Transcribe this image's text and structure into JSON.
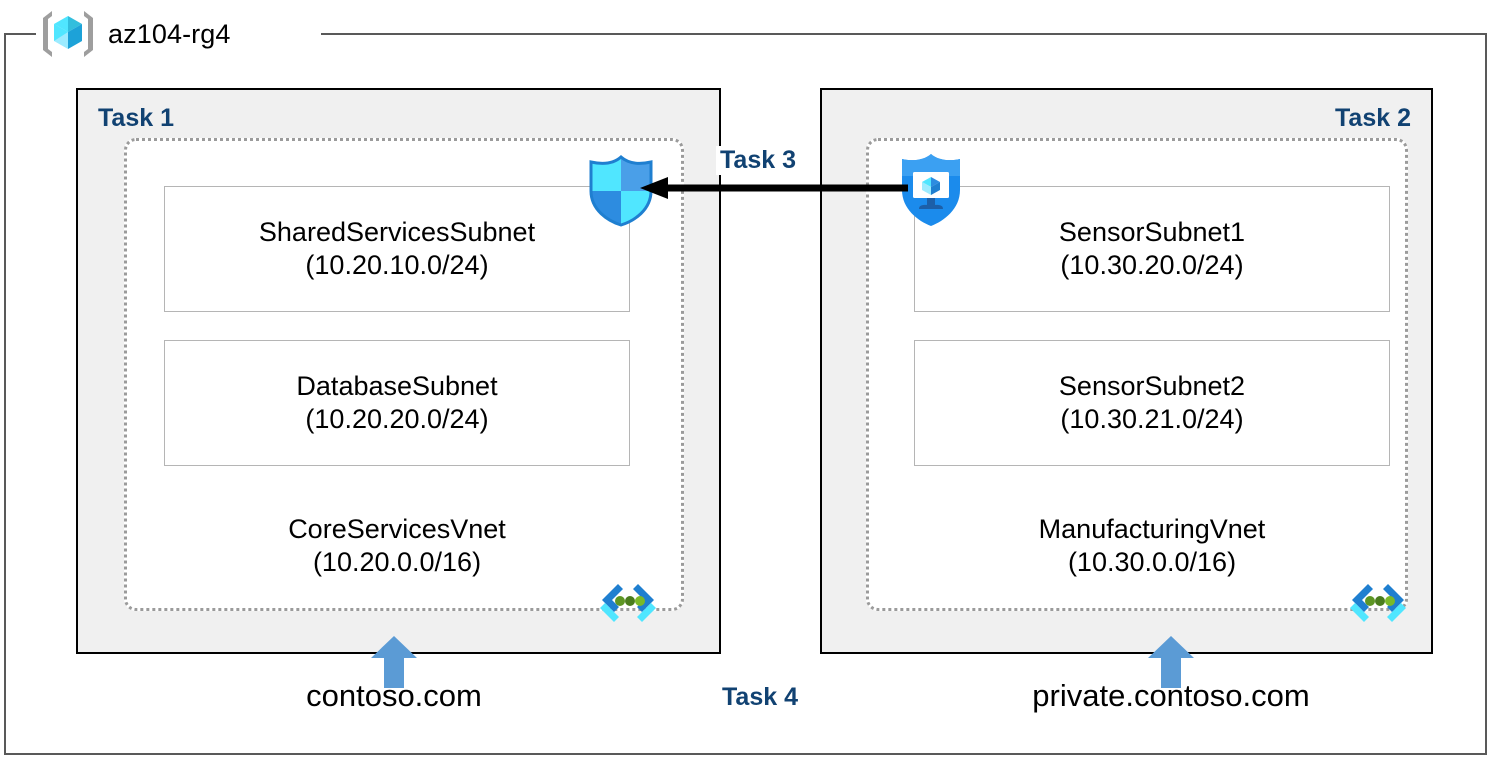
{
  "resource_group": {
    "name": "az104-rg4",
    "icon": "resource-group-cube-icon"
  },
  "tasks": {
    "task1_label": "Task 1",
    "task2_label": "Task 2",
    "task3_label": "Task 3",
    "task4_label": "Task 4"
  },
  "vnets": [
    {
      "id": "corevnet",
      "name": "CoreServicesVnet",
      "cidr": "(10.20.0.0/16)",
      "task": "Task 1",
      "dns_zone": "contoso.com",
      "peering_icon": "vnet-peering-icon",
      "subnets": [
        {
          "name": "SharedServicesSubnet",
          "cidr": "(10.20.10.0/24)"
        },
        {
          "name": "DatabaseSubnet",
          "cidr": "(10.20.20.0/24)"
        }
      ]
    },
    {
      "id": "mfgvnet",
      "name": "ManufacturingVnet",
      "cidr": "(10.30.0.0/16)",
      "task": "Task 2",
      "dns_zone": "private.contoso.com",
      "peering_icon": "vnet-peering-icon",
      "subnets": [
        {
          "name": "SensorSubnet1",
          "cidr": "(10.30.20.0/24)"
        },
        {
          "name": "SensorSubnet2",
          "cidr": "(10.30.21.0/24)"
        }
      ]
    }
  ],
  "icons": {
    "firewall_shield": "firewall-shield-icon",
    "bastion_shield": "bastion-shield-vm-icon",
    "connection_arrow": "left-arrow-connection",
    "dns_arrow": "dns-up-arrow-icon"
  },
  "colors": {
    "task_label": "#114272",
    "task_box_fill": "#f0f0f0",
    "task_box_border": "#000000",
    "vnet_border": "#9b9b9b",
    "subnet_border": "#b5b5b5",
    "frame_border": "#595959",
    "dns_arrow": "#5b9bd5",
    "cube_cyan": "#50e6ff",
    "cube_blue": "#1da2d8",
    "shield_blue": "#1b8bec",
    "peering_green": "#5e9624"
  }
}
